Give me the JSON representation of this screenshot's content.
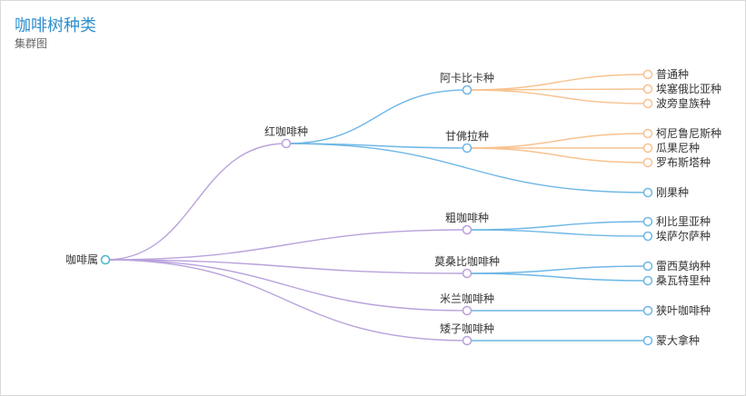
{
  "title": "咖啡树种类",
  "subtitle": "集群图",
  "colors": {
    "root_edge": "#b9a2dc",
    "mid_edge": "#6eb7e6",
    "leaf_edge": "#f7c28f",
    "root_node": "#49b8c7",
    "mid_node": "#b9a2dc",
    "blue_node": "#6eb7e6",
    "orange_node": "#f7c28f"
  },
  "tree": {
    "root": "咖啡属",
    "children": [
      {
        "name": "红咖啡种",
        "children": [
          {
            "name": "阿卡比卡种",
            "children": [
              "普通种",
              "埃塞俄比亚种",
              "波旁皇族种"
            ]
          },
          {
            "name": "甘佛拉种",
            "children": [
              "柯尼鲁尼斯种",
              "瓜果尼种",
              "罗布斯塔种"
            ]
          },
          {
            "name": "刚果种",
            "children": []
          }
        ]
      },
      {
        "name": "粗咖啡种",
        "children": [
          "利比里亚种",
          "埃萨尔萨种"
        ]
      },
      {
        "name": "莫桑比咖啡种",
        "children": [
          "雷西莫纳种",
          "桑瓦特里种"
        ]
      },
      {
        "name": "米兰咖啡种",
        "children": [
          "狭叶咖啡种"
        ]
      },
      {
        "name": "矮子咖啡种",
        "children": [
          "蒙大拿种"
        ]
      }
    ]
  }
}
